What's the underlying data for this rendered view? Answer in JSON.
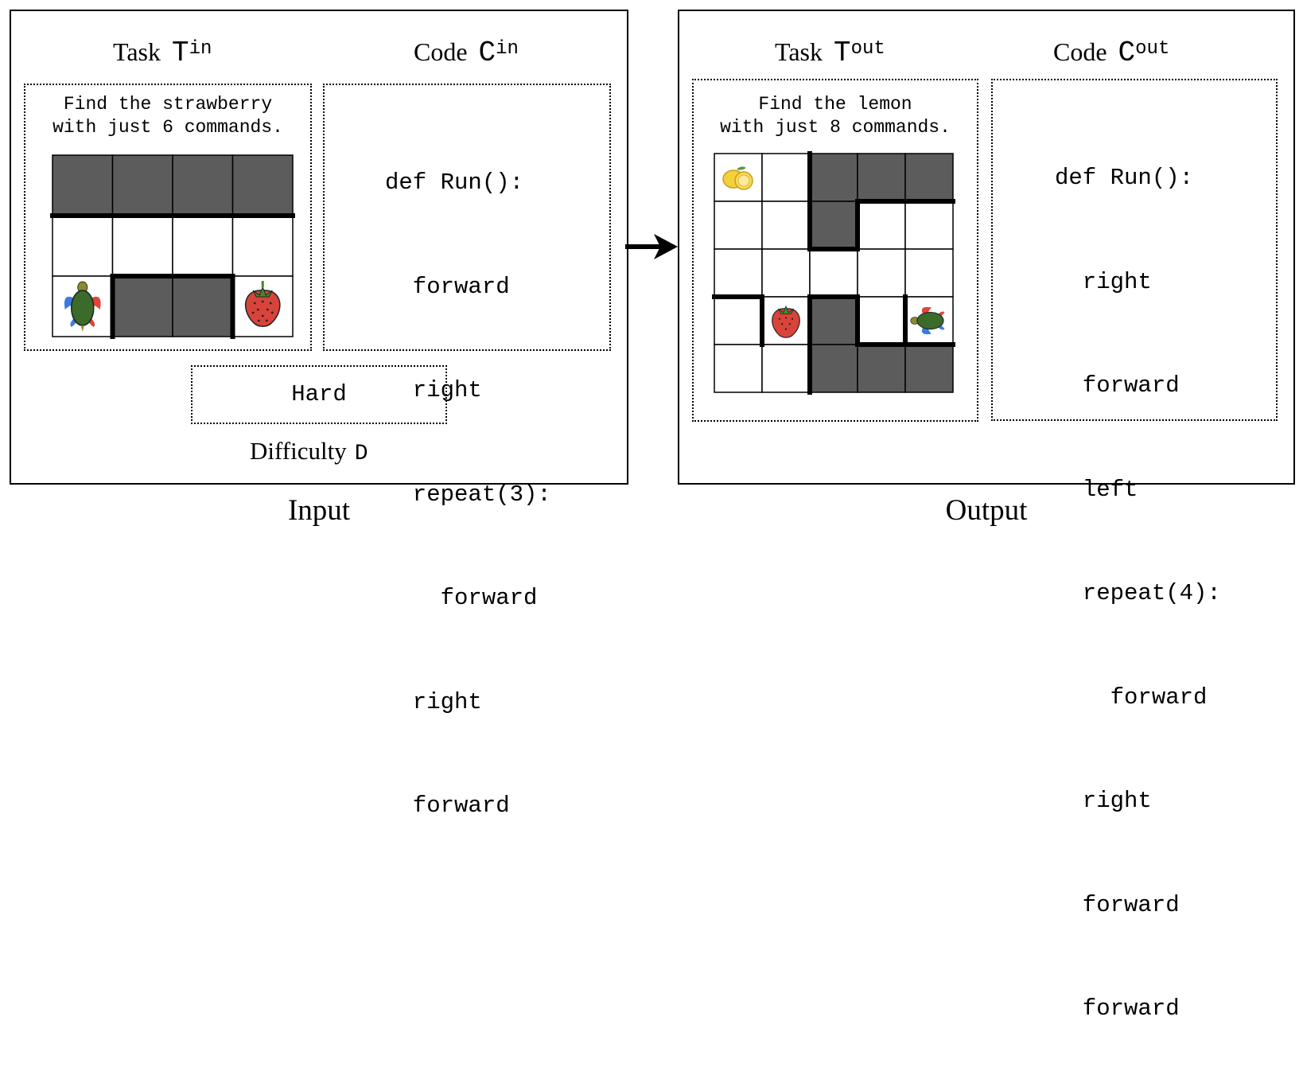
{
  "input": {
    "caption": "Input",
    "task": {
      "heading": "Task",
      "symbol": "T",
      "symbol_sup": "in",
      "prompt_line1": "Find the strawberry",
      "prompt_line2": "with just 6 commands.",
      "grid_icons": [
        "turtle-icon",
        "strawberry-icon"
      ]
    },
    "code": {
      "heading": "Code",
      "symbol": "C",
      "symbol_sup": "in",
      "lines": [
        "def Run():",
        "  forward",
        "  right",
        "  repeat(3):",
        "    forward",
        "  right",
        "  forward"
      ]
    },
    "difficulty": {
      "value": "Hard",
      "label": "Difficulty",
      "symbol": "D"
    }
  },
  "output": {
    "caption": "Output",
    "task": {
      "heading": "Task",
      "symbol": "T",
      "symbol_sup": "out",
      "prompt_line1": "Find the lemon",
      "prompt_line2": "with just 8 commands.",
      "grid_icons": [
        "lemon-icon",
        "strawberry-icon",
        "turtle-icon"
      ]
    },
    "code": {
      "heading": "Code",
      "symbol": "C",
      "symbol_sup": "out",
      "lines": [
        "def Run():",
        "  right",
        "  forward",
        "  left",
        "  repeat(4):",
        "    forward",
        "  right",
        "  forward",
        "  forward"
      ]
    }
  },
  "colors": {
    "wall": "#5c5c5c",
    "turtle_shell": "#3a6b2a",
    "strawberry": "#d8443a",
    "lemon": "#f2d23c"
  }
}
